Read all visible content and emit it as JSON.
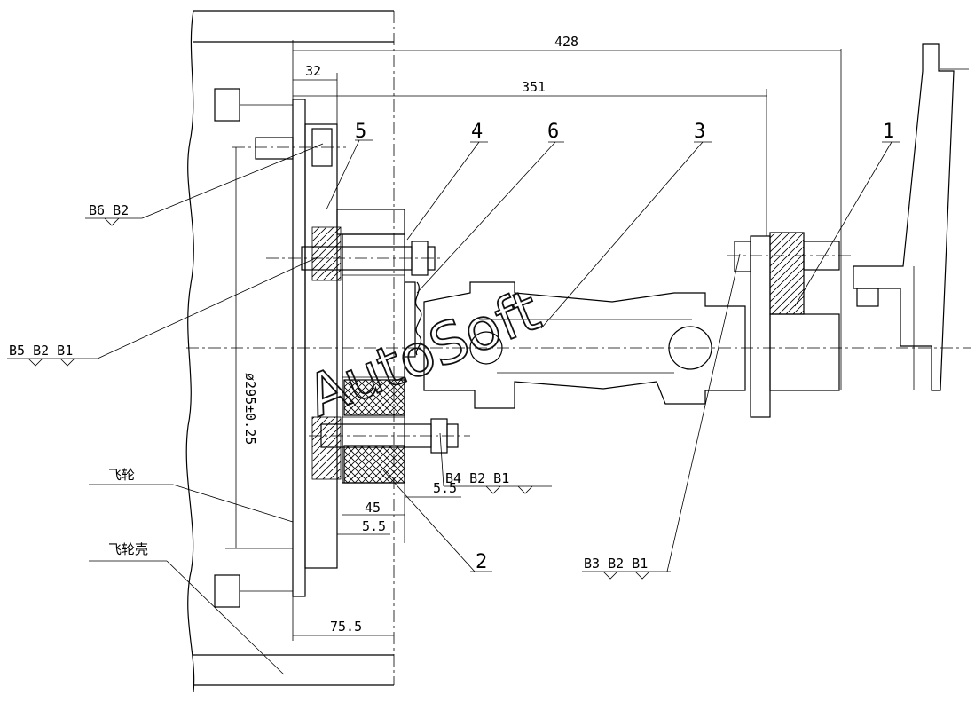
{
  "dimensions": {
    "d428": "428",
    "d351": "351",
    "d32": "32",
    "dia": "ø295±0.25",
    "d45": "45",
    "d5_5a": "5.5",
    "d5_5b": "5.5",
    "d75_5": "75.5"
  },
  "part_numbers": {
    "p1": "1",
    "p2": "2",
    "p3": "3",
    "p4": "4",
    "p5": "5",
    "p6": "6"
  },
  "callouts": {
    "c_b6b2": "B6  B2",
    "c_b5b2b1": "B5  B2  B1",
    "c_b4b2b1": "B4  B2  B1",
    "c_b3b2b1": "B3  B2  B1",
    "flywheel": "飞轮",
    "flywheel_housing": "飞轮壳"
  },
  "watermark": "AutoSoft"
}
